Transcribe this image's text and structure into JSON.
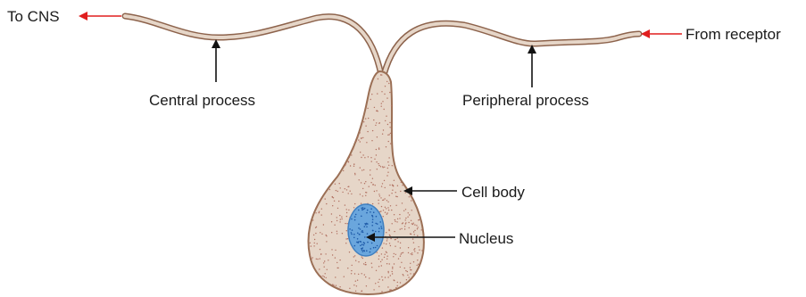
{
  "labels": {
    "to_cns": "To CNS",
    "from_receptor": "From receptor",
    "central_process": "Central process",
    "peripheral_process": "Peripheral process",
    "cell_body": "Cell body",
    "nucleus": "Nucleus"
  },
  "colors": {
    "signal_arrow": "#e01e1e",
    "pointer_arrow": "#111111",
    "cell_fill": "#e6d6c8",
    "cell_outline": "#9b6f55",
    "stipple": "#b07060",
    "nucleus_fill": "#6aa6dd",
    "nucleus_outline": "#3f7fc0",
    "nucleus_stipple": "#1e5aa8"
  }
}
